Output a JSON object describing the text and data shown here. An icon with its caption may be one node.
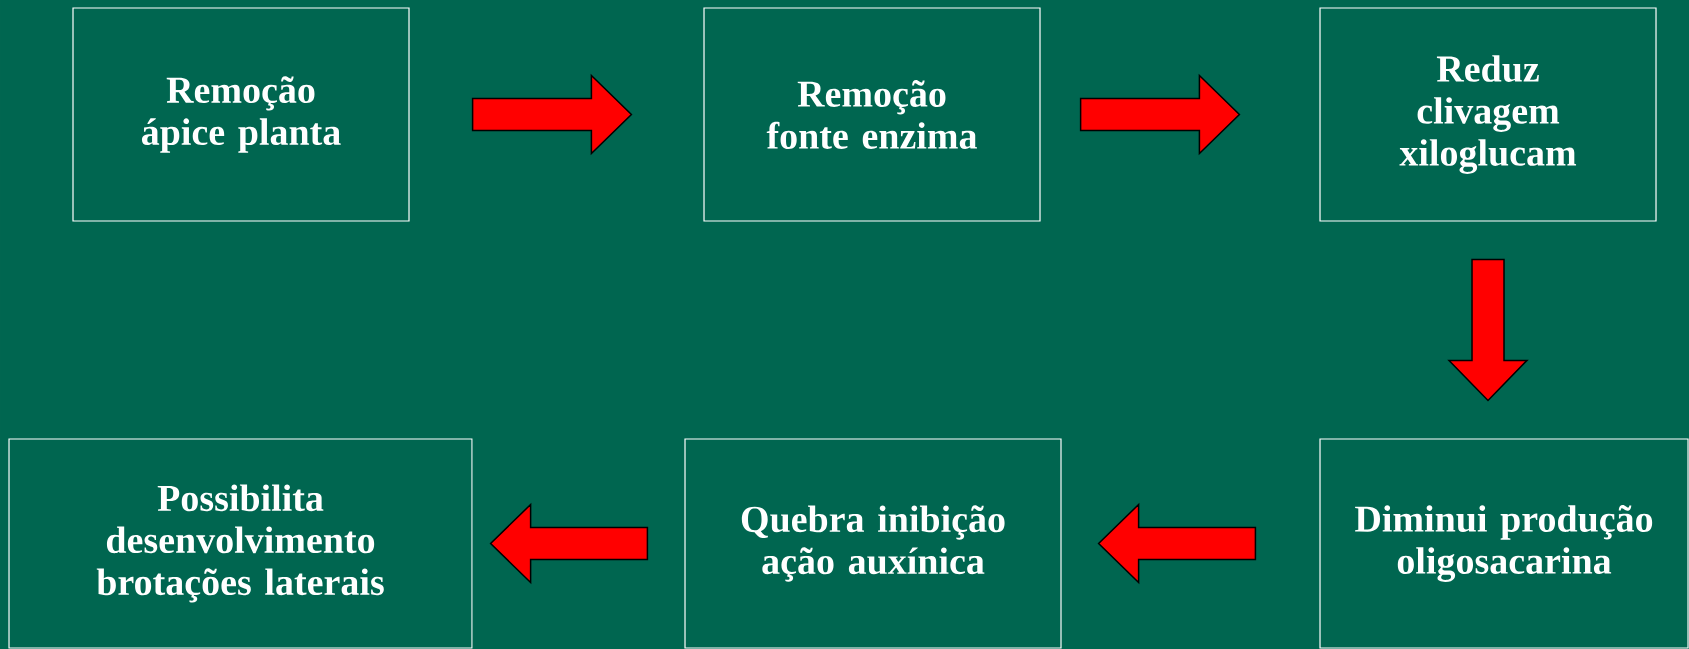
{
  "diagram": {
    "nodes": [
      {
        "text": [
          "Remoção ápice planta"
        ]
      },
      {
        "text": [
          "Remoção fonte enzima"
        ]
      },
      {
        "text": [
          "Reduz clivagem xiloglucam"
        ]
      },
      {
        "text": [
          "Diminui produção oligosacarina"
        ]
      },
      {
        "text": [
          "Quebra inibição ação auxínica"
        ]
      },
      {
        "text": [
          "Possibilita desenvolvimento brotações laterais"
        ]
      }
    ],
    "edges": [
      {
        "from": 0,
        "to": 1,
        "arrow": "to"
      },
      {
        "from": 1,
        "to": 2,
        "arrow": "to"
      },
      {
        "from": 2,
        "to": 3,
        "arrow": "to"
      },
      {
        "from": 3,
        "to": 4,
        "arrow": "to"
      },
      {
        "from": 4,
        "to": 5,
        "arrow": "to"
      }
    ]
  }
}
